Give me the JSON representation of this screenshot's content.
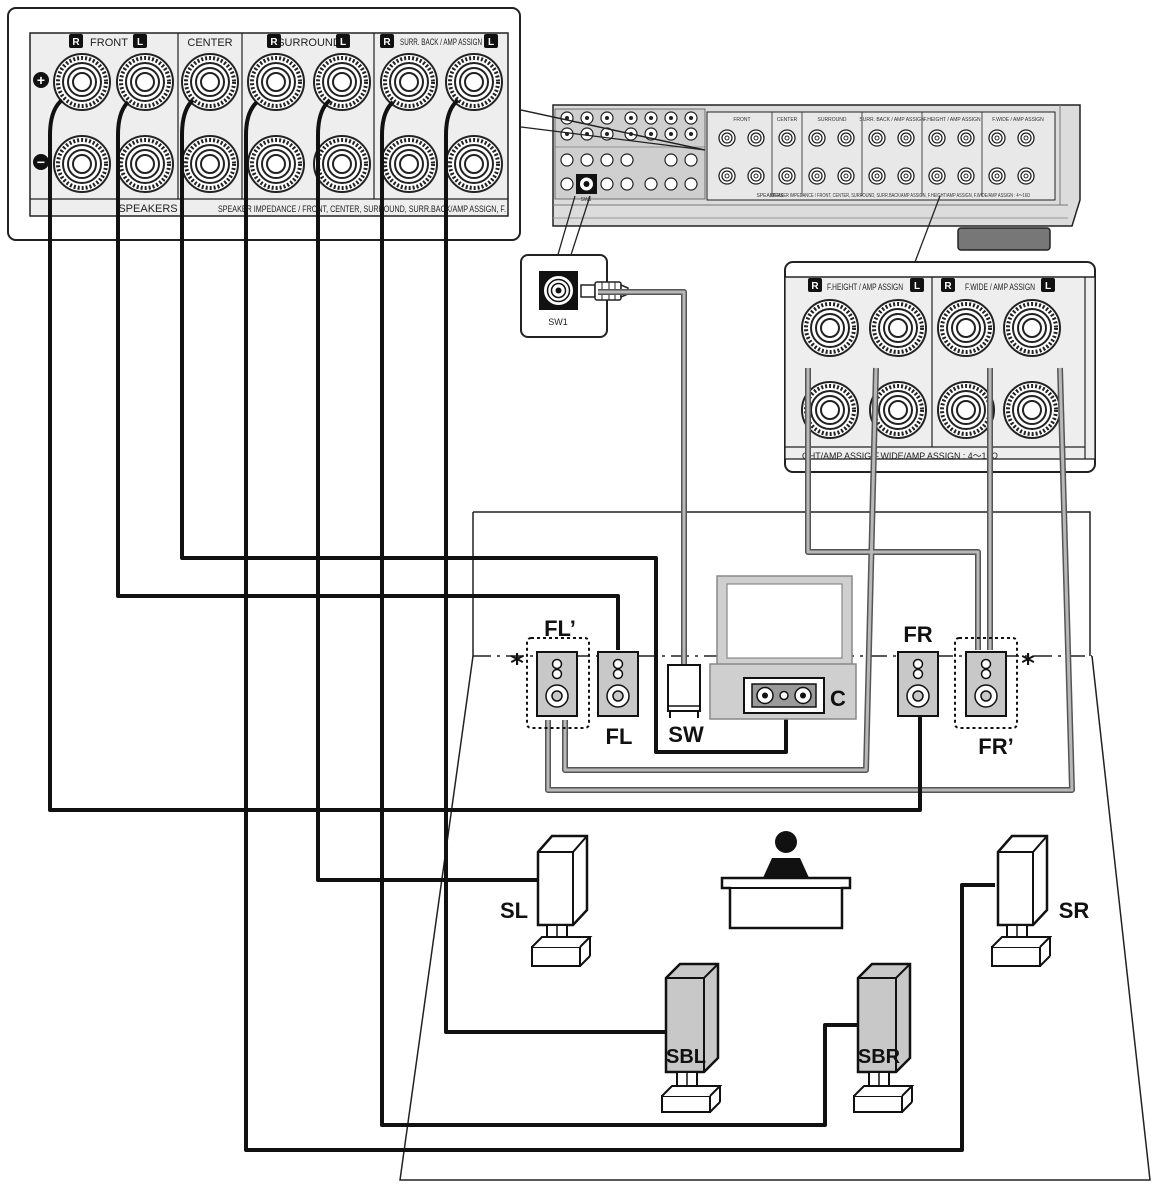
{
  "top_panel": {
    "front": "FRONT",
    "center": "CENTER",
    "surround": "SURROUND",
    "surr_back": "SURR. BACK / AMP ASSIGN",
    "speakers": "SPEAKERS",
    "impedance": "SPEAKER IMPEDANCE  /  FRONT, CENTER, SURROUND, SURR.BACK/AMP ASSIGN, F."
  },
  "badges": {
    "right": "R",
    "left": "L",
    "plus": "+",
    "minus": "−"
  },
  "sw_inset": {
    "label": "SW1"
  },
  "right_panel": {
    "fheight": "F.HEIGHT / AMP ASSIGN",
    "fwide": "F.WIDE / AMP ASSIGN",
    "impedance": "GHT/AMP ASSIG  F.WIDE/AMP ASSIGN : 4～16Ω"
  },
  "receiver_mini": {
    "front": "FRONT",
    "center": "CENTER",
    "surround": "SURROUND",
    "surr_back": "SURR. BACK / AMP ASSIGN",
    "fheight": "F.HEIGHT / AMP ASSIGN",
    "fwide": "F.WIDE / AMP ASSIGN",
    "speakers": "SPEAKERS",
    "impedance": "SPEAKER IMPEDANCE / FRONT, CENTER, SURROUND, SURR.BACK/AMP ASSIGN, F.HEIGHT/AMP ASSIGN, F.WIDE/AMP ASSIGN : 4～16Ω",
    "sw": "SW1"
  },
  "speakers": {
    "fl_prime": "FL’",
    "fl": "FL",
    "sw": "SW",
    "c": "C",
    "fr": "FR",
    "fr_prime": "FR’",
    "sl": "SL",
    "sr": "SR",
    "sbl": "SBL",
    "sbr": "SBR"
  },
  "asterisk": "*",
  "colors": {
    "black_wire": "#111111",
    "gray_wire": "#8c8c8c",
    "speaker_fill": "#c8c8c8",
    "panel_bg": "#ececec",
    "receiver_bg": "#d9d9d9"
  }
}
